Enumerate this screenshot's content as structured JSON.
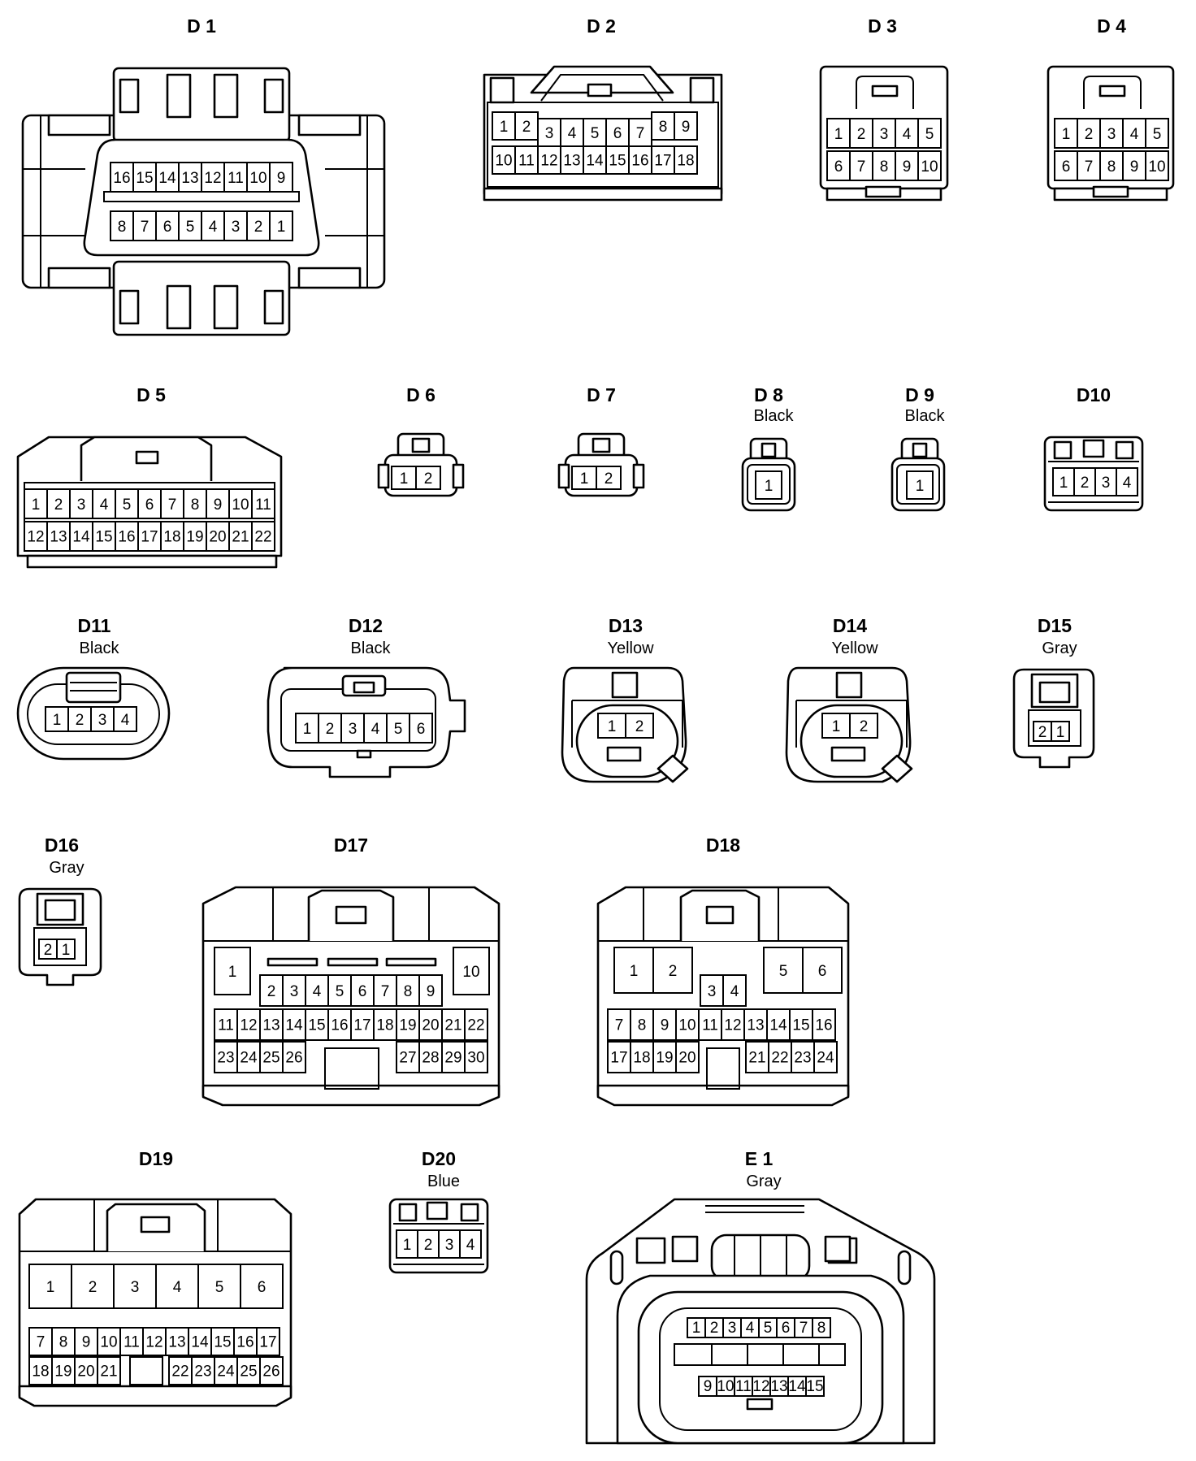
{
  "connectors": [
    {
      "id": "D1",
      "label": "D 1",
      "color": "",
      "pins": 16
    },
    {
      "id": "D2",
      "label": "D 2",
      "color": "",
      "pins": 18
    },
    {
      "id": "D3",
      "label": "D 3",
      "color": "",
      "pins": 10
    },
    {
      "id": "D4",
      "label": "D 4",
      "color": "",
      "pins": 10
    },
    {
      "id": "D5",
      "label": "D 5",
      "color": "",
      "pins": 22
    },
    {
      "id": "D6",
      "label": "D 6",
      "color": "",
      "pins": 2
    },
    {
      "id": "D7",
      "label": "D 7",
      "color": "",
      "pins": 2
    },
    {
      "id": "D8",
      "label": "D 8",
      "color": "Black",
      "pins": 1
    },
    {
      "id": "D9",
      "label": "D 9",
      "color": "Black",
      "pins": 1
    },
    {
      "id": "D10",
      "label": "D10",
      "color": "",
      "pins": 4
    },
    {
      "id": "D11",
      "label": "D11",
      "color": "Black",
      "pins": 4
    },
    {
      "id": "D12",
      "label": "D12",
      "color": "Black",
      "pins": 6
    },
    {
      "id": "D13",
      "label": "D13",
      "color": "Yellow",
      "pins": 2
    },
    {
      "id": "D14",
      "label": "D14",
      "color": "Yellow",
      "pins": 2
    },
    {
      "id": "D15",
      "label": "D15",
      "color": "Gray",
      "pins": 2
    },
    {
      "id": "D16",
      "label": "D16",
      "color": "Gray",
      "pins": 2
    },
    {
      "id": "D17",
      "label": "D17",
      "color": "",
      "pins": 30
    },
    {
      "id": "D18",
      "label": "D18",
      "color": "",
      "pins": 24
    },
    {
      "id": "D19",
      "label": "D19",
      "color": "",
      "pins": 26
    },
    {
      "id": "D20",
      "label": "D20",
      "color": "Blue",
      "pins": 4
    },
    {
      "id": "E1",
      "label": "E 1",
      "color": "Gray",
      "pins": 15
    }
  ]
}
